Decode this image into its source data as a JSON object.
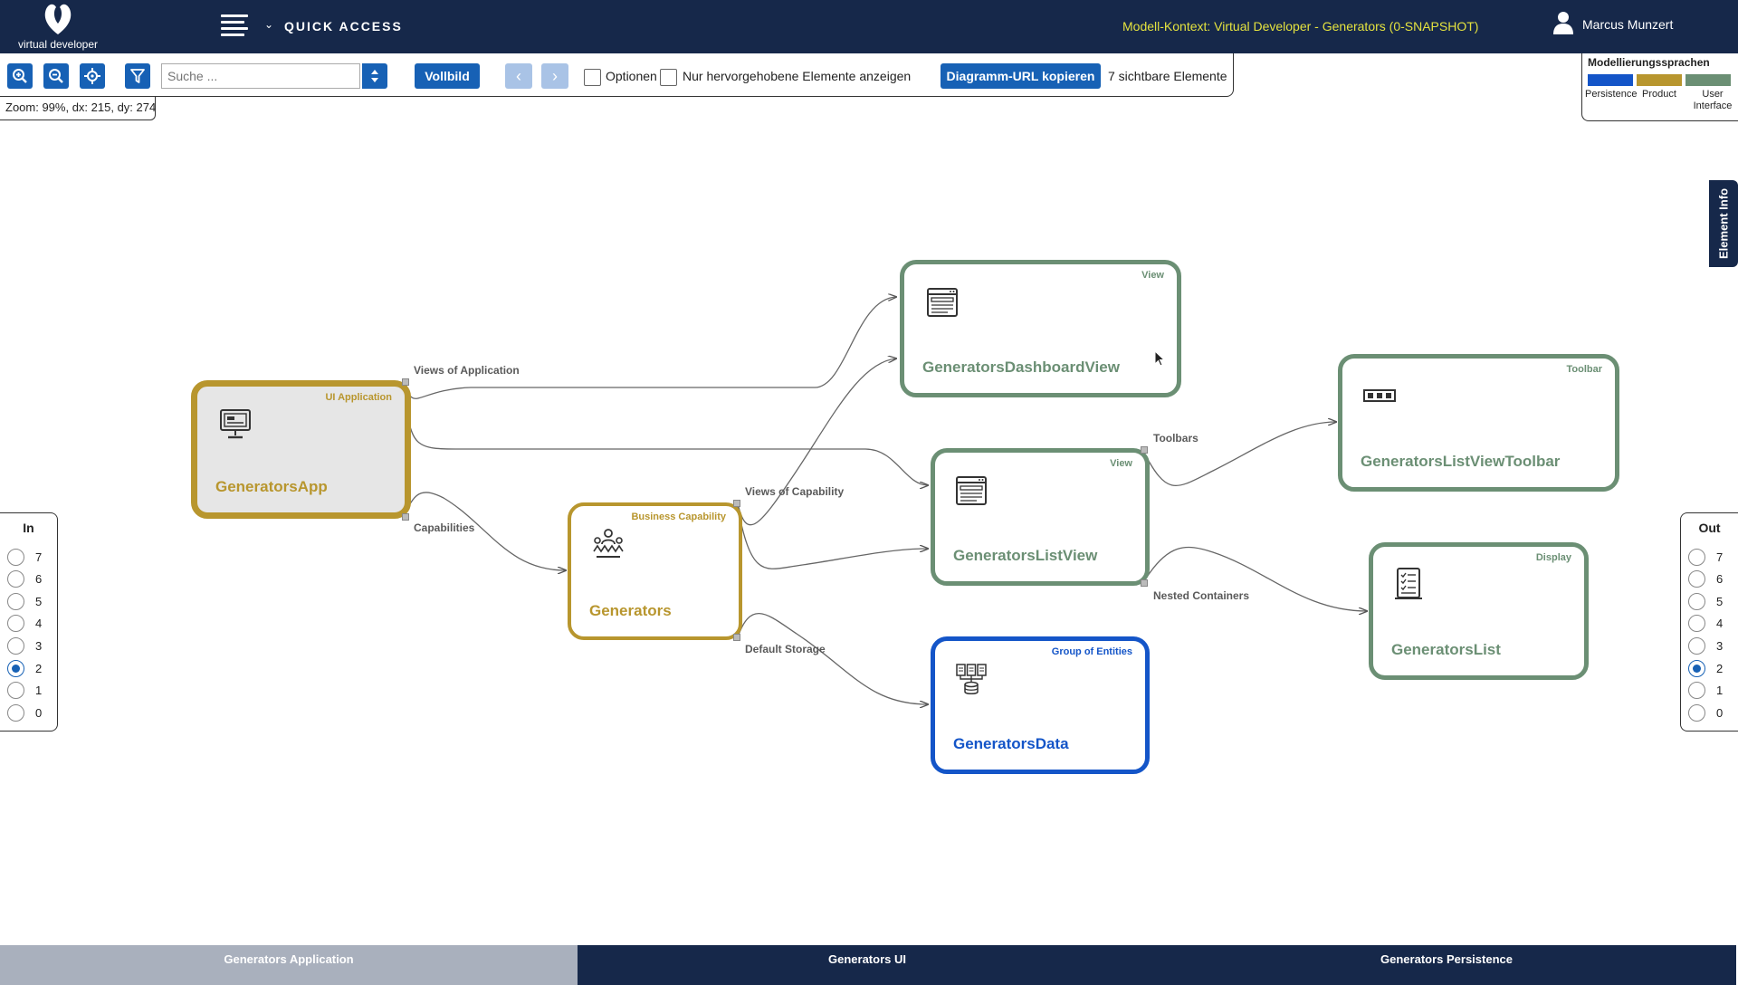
{
  "header": {
    "logo_text": "virtual developer",
    "quick_access": "QUICK ACCESS",
    "context": "Modell-Kontext: Virtual Developer - Generators (0-SNAPSHOT)",
    "user": "Marcus Munzert"
  },
  "toolbar": {
    "search_placeholder": "Suche ...",
    "fullscreen": "Vollbild",
    "options": "Optionen",
    "highlight_only": "Nur hervorgehobene Elemente anzeigen",
    "copy_url": "Diagramm-URL kopieren",
    "visible_count": "7 sichtbare Elemente"
  },
  "zoom_info": "Zoom: 99%, dx: 215, dy: 274",
  "legend": {
    "title": "Modellierungssprachen",
    "items": [
      {
        "label": "Persistence",
        "color": "#1455c8"
      },
      {
        "label": "Product",
        "color": "#b8962e"
      },
      {
        "label": "User Interface",
        "color": "#6b8f74"
      }
    ]
  },
  "element_info": "Element Info",
  "depth_in": {
    "title": "In",
    "options": [
      "7",
      "6",
      "5",
      "4",
      "3",
      "2",
      "1",
      "0"
    ],
    "selected": "2"
  },
  "depth_out": {
    "title": "Out",
    "options": [
      "7",
      "6",
      "5",
      "4",
      "3",
      "2",
      "1",
      "0"
    ],
    "selected": "2"
  },
  "nodes": {
    "app": {
      "type": "UI Application",
      "name": "GeneratorsApp",
      "color": "#b8962e"
    },
    "generators": {
      "type": "Business Capability",
      "name": "Generators",
      "color": "#b8962e"
    },
    "dashboard": {
      "type": "View",
      "name": "GeneratorsDashboardView",
      "color": "#6b8f74"
    },
    "listview": {
      "type": "View",
      "name": "GeneratorsListView",
      "color": "#6b8f74"
    },
    "data": {
      "type": "Group of Entities",
      "name": "GeneratorsData",
      "color": "#1455c8"
    },
    "toolbar": {
      "type": "Toolbar",
      "name": "GeneratorsListViewToolbar",
      "color": "#6b8f74"
    },
    "list": {
      "type": "Display",
      "name": "GeneratorsList",
      "color": "#6b8f74"
    }
  },
  "edges": {
    "views_of_application": "Views of Application",
    "capabilities": "Capabilities",
    "views_of_capability": "Views of Capability",
    "default_storage": "Default Storage",
    "toolbars": "Toolbars",
    "nested_containers": "Nested Containers"
  },
  "tabs": [
    {
      "label": "Generators Application",
      "active": true
    },
    {
      "label": "Generators UI",
      "active": false
    },
    {
      "label": "Generators Persistence",
      "active": false
    }
  ]
}
